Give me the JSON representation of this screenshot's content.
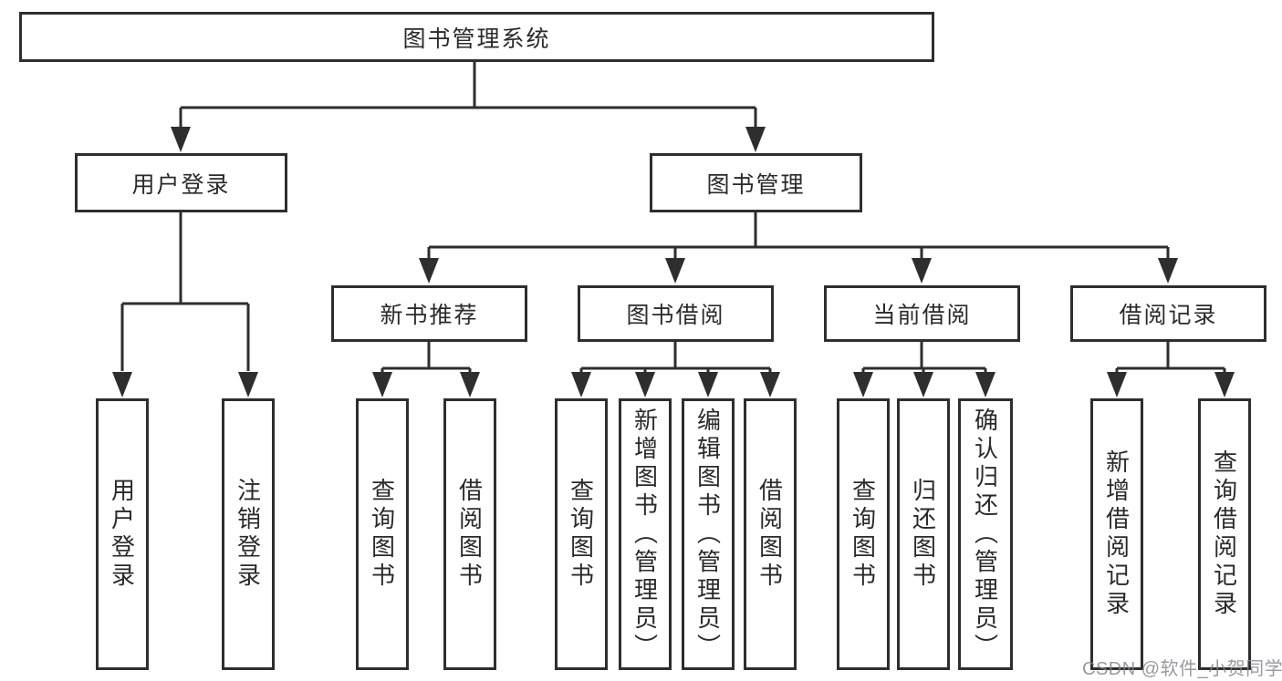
{
  "diagram": {
    "root": "图书管理系统",
    "branches": [
      {
        "label": "用户登录",
        "children": [
          "用户登录",
          "注销登录"
        ]
      },
      {
        "label": "图书管理",
        "groups": [
          {
            "label": "新书推荐",
            "children": [
              "查询图书",
              "借阅图书"
            ]
          },
          {
            "label": "图书借阅",
            "children": [
              "查询图书",
              "新增图书（管理员）",
              "编辑图书（管理员）",
              "借阅图书"
            ]
          },
          {
            "label": "当前借阅",
            "children": [
              "查询图书",
              "归还图书",
              "确认归还（管理员）"
            ]
          },
          {
            "label": "借阅记录",
            "children": [
              "新增借阅记录",
              "查询借阅记录"
            ]
          }
        ]
      }
    ]
  },
  "colors": {
    "line": "#2e2e2e",
    "text": "#2a2a2a",
    "background": "#ffffff",
    "watermark": "#80848c"
  },
  "watermark": {
    "text": "CSDN @软件_小贺同学"
  }
}
